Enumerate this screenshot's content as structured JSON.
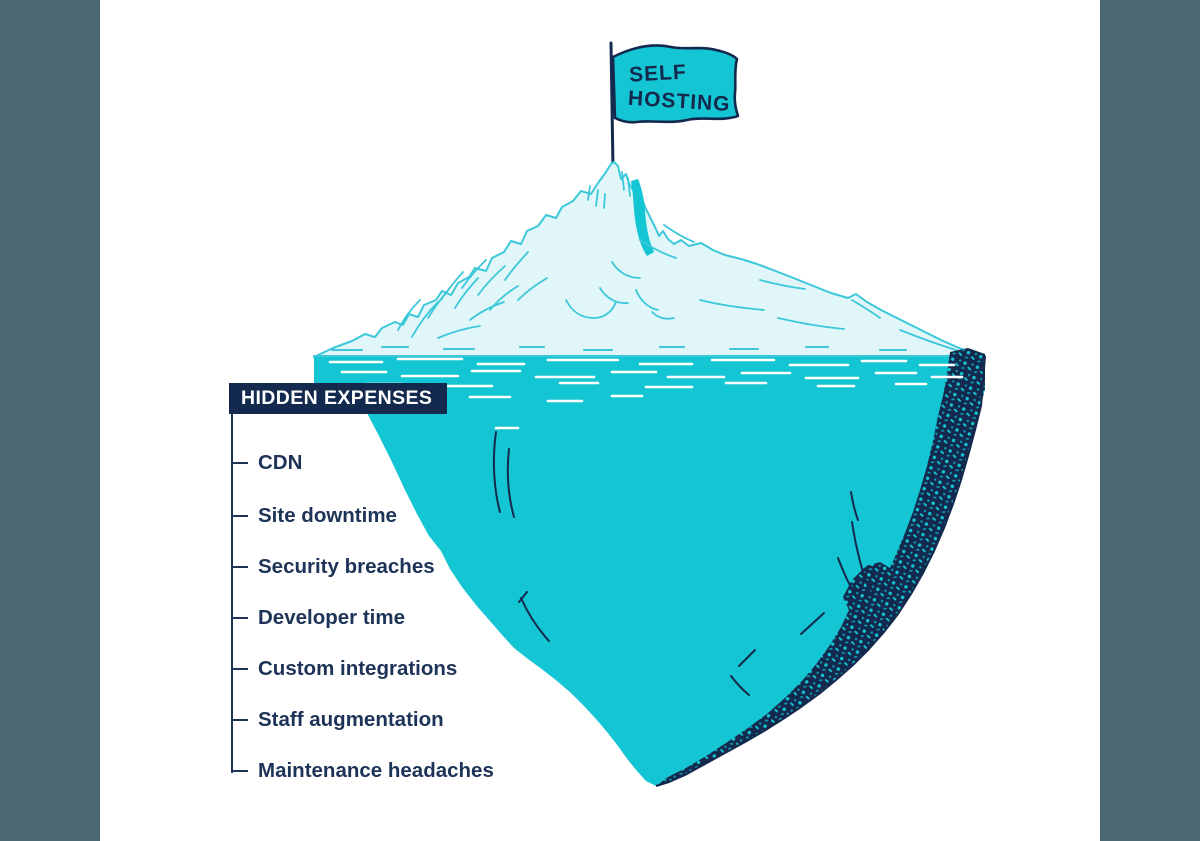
{
  "colors": {
    "backdrop": "#4c6971",
    "panel": "#ffffff",
    "teal": "#14c5d3",
    "teal_deep": "#0d9fb4",
    "ice_light": "#e0f6f9",
    "ice_stroke": "#3cc8da",
    "navy": "#13294d",
    "text_navy": "#1d3357",
    "label_bg": "#13294d",
    "label_text": "#ffffff"
  },
  "flag": {
    "lines": [
      "SELF",
      "HOSTING"
    ]
  },
  "expenses": {
    "title": "HIDDEN EXPENSES",
    "items": [
      "CDN",
      "Site downtime",
      "Security breaches",
      "Developer time",
      "Custom integrations",
      "Staff augmentation",
      "Maintenance headaches"
    ]
  }
}
